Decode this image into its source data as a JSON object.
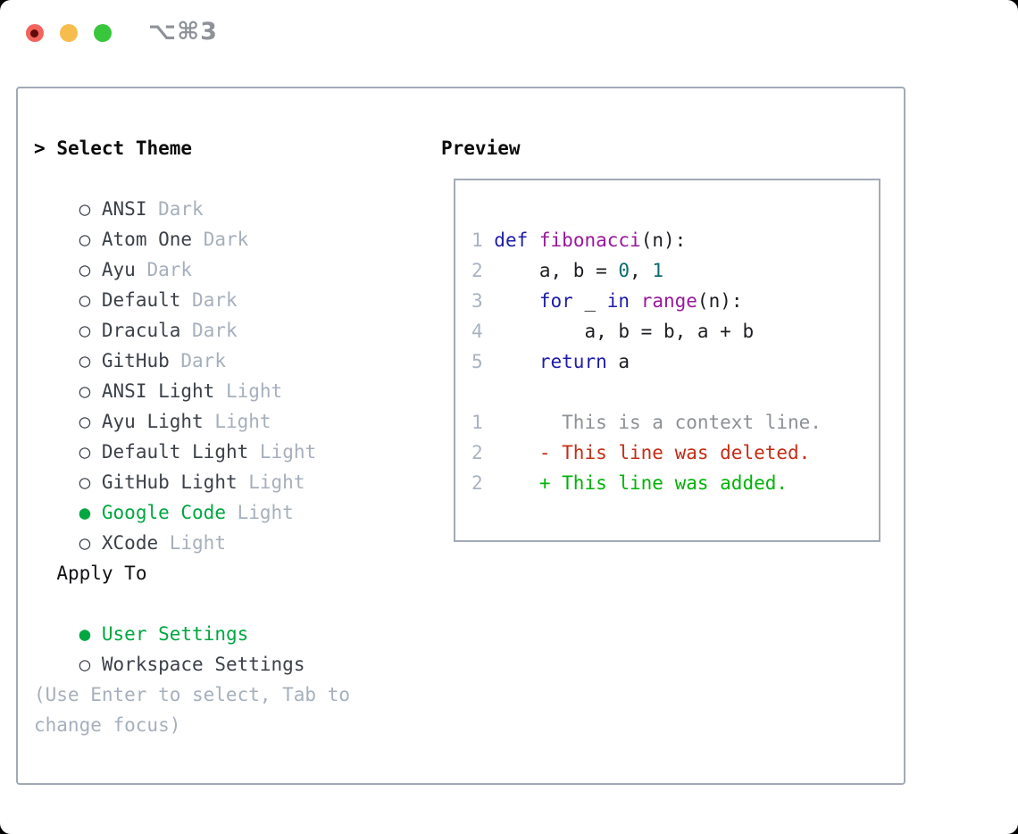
{
  "window": {
    "title": "⌥⌘3"
  },
  "colors": {
    "tl_red": "#f4635c",
    "tl_red_dot": "#5e0b0b",
    "tl_yellow": "#f6bd4e",
    "tl_green": "#37c63c",
    "title_gray": "#8e9298",
    "panel_border": "#a2aab6",
    "name_dark": "#3c4149",
    "muted_gray": "#a6b0bc",
    "ui_green": "#00a741",
    "linenum_gray": "#a9b3c0",
    "code_plain": "#1c1e22",
    "code_keyword": "#1d1da9",
    "code_function": "#99189b",
    "code_number": "#0b6b6e",
    "diff_context": "#8d9196",
    "diff_deleted": "#c42d16",
    "diff_added": "#00b307"
  },
  "theme_picker": {
    "header_prefix": ">",
    "header": "Select Theme",
    "themes": [
      {
        "name": "ANSI",
        "variant": "Dark",
        "selected": false
      },
      {
        "name": "Atom One",
        "variant": "Dark",
        "selected": false
      },
      {
        "name": "Ayu",
        "variant": "Dark",
        "selected": false
      },
      {
        "name": "Default",
        "variant": "Dark",
        "selected": false
      },
      {
        "name": "Dracula",
        "variant": "Dark",
        "selected": false
      },
      {
        "name": "GitHub",
        "variant": "Dark",
        "selected": false
      },
      {
        "name": "ANSI Light",
        "variant": "Light",
        "selected": false
      },
      {
        "name": "Ayu Light",
        "variant": "Light",
        "selected": false
      },
      {
        "name": "Default Light",
        "variant": "Light",
        "selected": false
      },
      {
        "name": "GitHub Light",
        "variant": "Light",
        "selected": false
      },
      {
        "name": "Google Code",
        "variant": "Light",
        "selected": true
      },
      {
        "name": "XCode",
        "variant": "Light",
        "selected": false
      }
    ],
    "markers": {
      "unselected": "○",
      "selected": "●"
    },
    "apply_to": {
      "header": "Apply To",
      "options": [
        {
          "name": "User Settings",
          "selected": true
        },
        {
          "name": "Workspace Settings",
          "selected": false
        }
      ]
    },
    "hint": "(Use Enter to select, Tab to change focus)"
  },
  "preview": {
    "header": "Preview",
    "code_lines": [
      [
        {
          "c": "ln",
          "t": "1 "
        },
        {
          "c": "kw",
          "t": "def"
        },
        {
          "c": "pl",
          "t": " "
        },
        {
          "c": "fn",
          "t": "fibonacci"
        },
        {
          "c": "pl",
          "t": "(n):"
        }
      ],
      [
        {
          "c": "ln",
          "t": "2 "
        },
        {
          "c": "pl",
          "t": "    a, b = "
        },
        {
          "c": "num",
          "t": "0"
        },
        {
          "c": "pl",
          "t": ", "
        },
        {
          "c": "num",
          "t": "1"
        }
      ],
      [
        {
          "c": "ln",
          "t": "3 "
        },
        {
          "c": "pl",
          "t": "    "
        },
        {
          "c": "kw",
          "t": "for"
        },
        {
          "c": "pl",
          "t": " _ "
        },
        {
          "c": "kw",
          "t": "in"
        },
        {
          "c": "pl",
          "t": " "
        },
        {
          "c": "fn",
          "t": "range"
        },
        {
          "c": "pl",
          "t": "(n):"
        }
      ],
      [
        {
          "c": "ln",
          "t": "4 "
        },
        {
          "c": "pl",
          "t": "        a, b = b, a + b"
        }
      ],
      [
        {
          "c": "ln",
          "t": "5 "
        },
        {
          "c": "pl",
          "t": "    "
        },
        {
          "c": "kw",
          "t": "return"
        },
        {
          "c": "pl",
          "t": " a"
        }
      ]
    ],
    "diff_lines": [
      [
        {
          "c": "ln",
          "t": "1 "
        },
        {
          "c": "ctx",
          "t": "      This is a context line."
        }
      ],
      [
        {
          "c": "ln",
          "t": "2 "
        },
        {
          "c": "del",
          "t": "    - This line was deleted."
        }
      ],
      [
        {
          "c": "ln",
          "t": "2 "
        },
        {
          "c": "add",
          "t": "    + This line was added."
        }
      ]
    ]
  }
}
